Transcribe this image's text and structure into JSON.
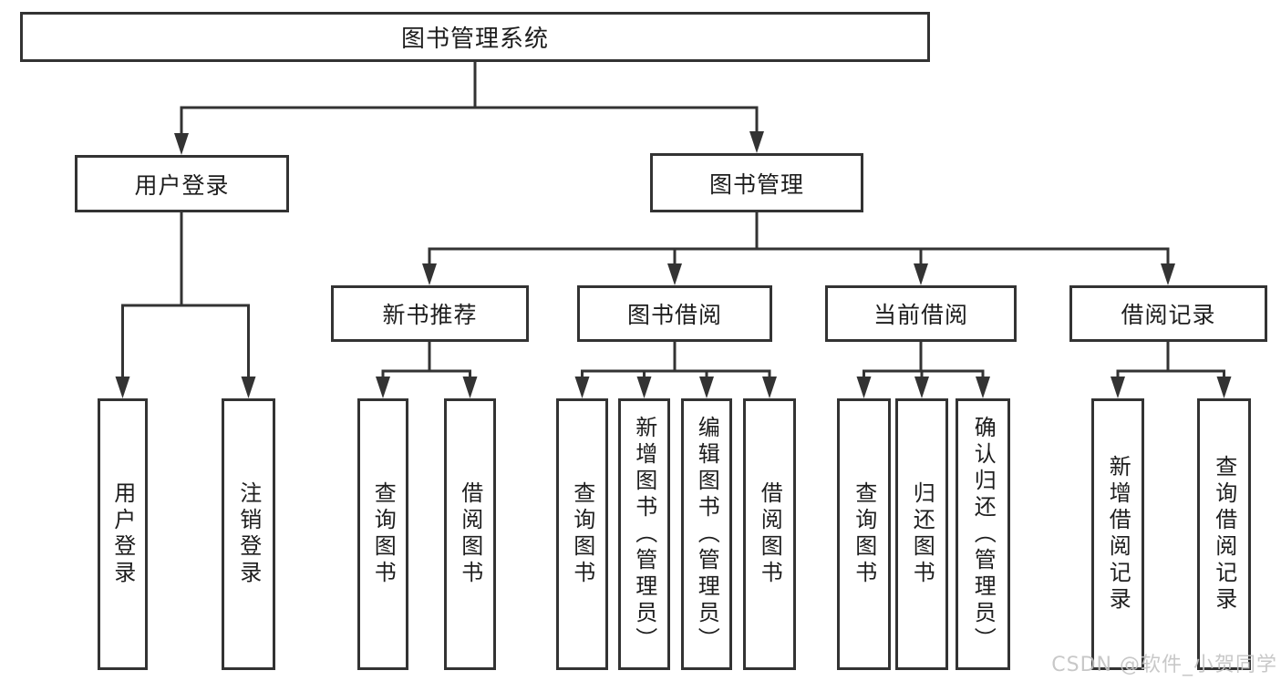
{
  "tree": {
    "root": "图书管理系统",
    "branches": [
      {
        "label": "用户登录",
        "children": [
          "用户登录",
          "注销登录"
        ]
      },
      {
        "label": "图书管理",
        "children": [
          {
            "label": "新书推荐",
            "children": [
              "查询图书",
              "借阅图书"
            ]
          },
          {
            "label": "图书借阅",
            "children": [
              "查询图书",
              "新增图书（管理员）",
              "编辑图书（管理员）",
              "借阅图书"
            ]
          },
          {
            "label": "当前借阅",
            "children": [
              "查询图书",
              "归还图书",
              "确认归还（管理员）"
            ]
          },
          {
            "label": "借阅记录",
            "children": [
              "新增借阅记录",
              "查询借阅记录"
            ]
          }
        ]
      }
    ]
  },
  "watermark": {
    "text": "CSDN @软件_小贺同学",
    "color": "#c3c3c3"
  },
  "colors": {
    "line": "#333333",
    "box_border": "#333333",
    "text": "#1d1d1d",
    "background": "#ffffff"
  }
}
